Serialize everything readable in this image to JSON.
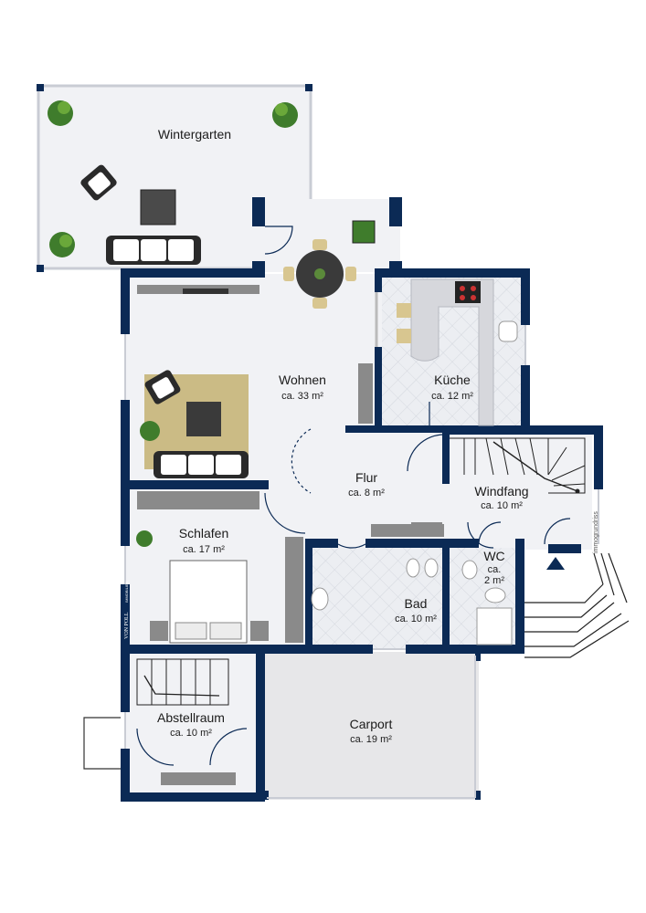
{
  "rooms": {
    "wintergarten": {
      "name": "Wintergarten"
    },
    "wohnen": {
      "name": "Wohnen",
      "area": "ca. 33 m²"
    },
    "kueche": {
      "name": "Küche",
      "area": "ca. 12 m²"
    },
    "flur": {
      "name": "Flur",
      "area": "ca. 8 m²"
    },
    "windfang": {
      "name": "Windfang",
      "area": "ca. 10 m²"
    },
    "schlafen": {
      "name": "Schlafen",
      "area": "ca. 17 m²"
    },
    "wc": {
      "name": "WC",
      "area_line1": "ca.",
      "area_line2": "2 m²"
    },
    "bad": {
      "name": "Bad",
      "area": "ca. 10 m²"
    },
    "abstellraum": {
      "name": "Abstellraum",
      "area": "ca. 10 m²"
    },
    "carport": {
      "name": "Carport",
      "area": "ca. 19 m²"
    }
  },
  "watermark": {
    "text": "immogrundriss"
  },
  "logo": {
    "text": "VON POLL",
    "subtext": "IMMOBILIEN"
  },
  "colors": {
    "wall": "#0b2a55",
    "floor": "#f0f1f4",
    "tile": "#e4e5ea",
    "carport": "#e7e7e9",
    "rug": "#cbbb85"
  }
}
